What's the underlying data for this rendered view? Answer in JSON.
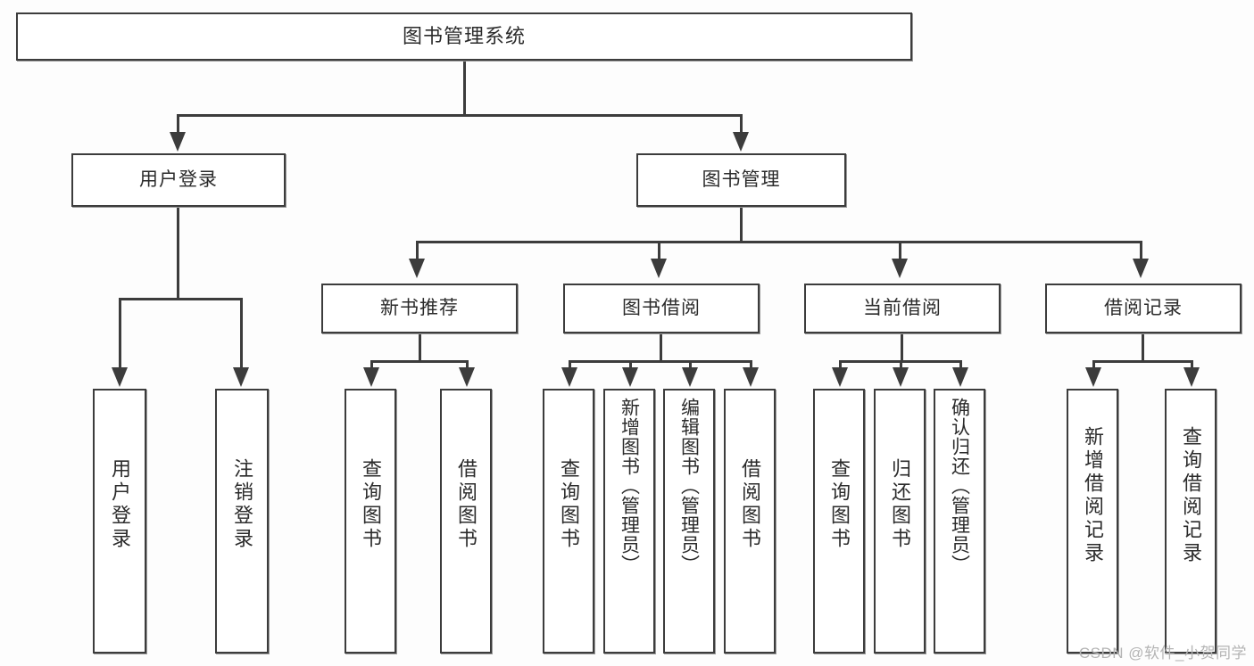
{
  "diagram": {
    "type": "tree",
    "title": "图书管理系统",
    "watermark": "CSDN @软件_小贺同学",
    "colors": {
      "border": "#3c3c3c",
      "fill": "#ffffff",
      "text": "#2b2b2b",
      "background": "#fdfdfd",
      "watermark": "#b4b4b4"
    },
    "levels": {
      "root": "图书管理系统",
      "level2": [
        "用户登录",
        "图书管理"
      ],
      "level3": [
        "新书推荐",
        "图书借阅",
        "当前借阅",
        "借阅记录"
      ]
    },
    "nodes": {
      "root": {
        "label": "图书管理系统"
      },
      "user_login": {
        "label": "用户登录"
      },
      "book_manage": {
        "label": "图书管理"
      },
      "new_book_rec": {
        "label": "新书推荐"
      },
      "book_borrow": {
        "label": "图书借阅"
      },
      "current_borrow": {
        "label": "当前借阅"
      },
      "borrow_record": {
        "label": "借阅记录"
      },
      "leaf_user_login": {
        "label": "用户登录"
      },
      "leaf_user_logout": {
        "label": "注销登录"
      },
      "leaf_rec_query": {
        "label": "查询图书"
      },
      "leaf_rec_borrow": {
        "label": "借阅图书"
      },
      "leaf_borrow_query": {
        "label": "查询图书"
      },
      "leaf_borrow_add": {
        "label": "新增图书（管理员）"
      },
      "leaf_borrow_edit": {
        "label": "编辑图书（管理员）"
      },
      "leaf_borrow_lend": {
        "label": "借阅图书"
      },
      "leaf_cur_query": {
        "label": "查询图书"
      },
      "leaf_cur_return": {
        "label": "归还图书"
      },
      "leaf_cur_confirm": {
        "label": "确认归还（管理员）"
      },
      "leaf_rec_add": {
        "label": "新增借阅记录"
      },
      "leaf_rec_search": {
        "label": "查询借阅记录"
      }
    },
    "edges": [
      {
        "from": "root",
        "to": "用户登录"
      },
      {
        "from": "root",
        "to": "图书管理"
      },
      {
        "from": "用户登录",
        "to": "用户登录(叶)"
      },
      {
        "from": "用户登录",
        "to": "注销登录"
      },
      {
        "from": "图书管理",
        "to": "新书推荐"
      },
      {
        "from": "图书管理",
        "to": "图书借阅"
      },
      {
        "from": "图书管理",
        "to": "当前借阅"
      },
      {
        "from": "图书管理",
        "to": "借阅记录"
      },
      {
        "from": "新书推荐",
        "to": "查询图书"
      },
      {
        "from": "新书推荐",
        "to": "借阅图书"
      },
      {
        "from": "图书借阅",
        "to": "查询图书"
      },
      {
        "from": "图书借阅",
        "to": "新增图书（管理员）"
      },
      {
        "from": "图书借阅",
        "to": "编辑图书（管理员）"
      },
      {
        "from": "图书借阅",
        "to": "借阅图书"
      },
      {
        "from": "当前借阅",
        "to": "查询图书"
      },
      {
        "from": "当前借阅",
        "to": "归还图书"
      },
      {
        "from": "当前借阅",
        "to": "确认归还（管理员）"
      },
      {
        "from": "借阅记录",
        "to": "新增借阅记录"
      },
      {
        "from": "借阅记录",
        "to": "查询借阅记录"
      }
    ]
  }
}
